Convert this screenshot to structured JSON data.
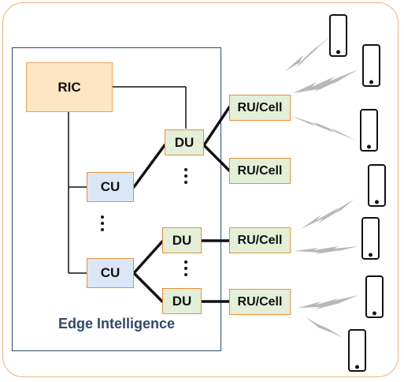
{
  "diagram": {
    "ric_label": "RIC",
    "cu_label": "CU",
    "du_label": "DU",
    "ru_label": "RU/Cell",
    "caption": "Edge Intelligence"
  },
  "colors": {
    "frame_border": "#f0b27a",
    "edge_box_border": "#2e4a6b",
    "ric_fill": "#fde6c3",
    "cu_fill": "#dbe7f6",
    "du_ru_fill": "#e4efd8",
    "node_border": "#e8903a",
    "signal": "#b8b8b8"
  },
  "icons": {
    "device": "smartphone-icon",
    "link": "wireless-signal-icon"
  }
}
